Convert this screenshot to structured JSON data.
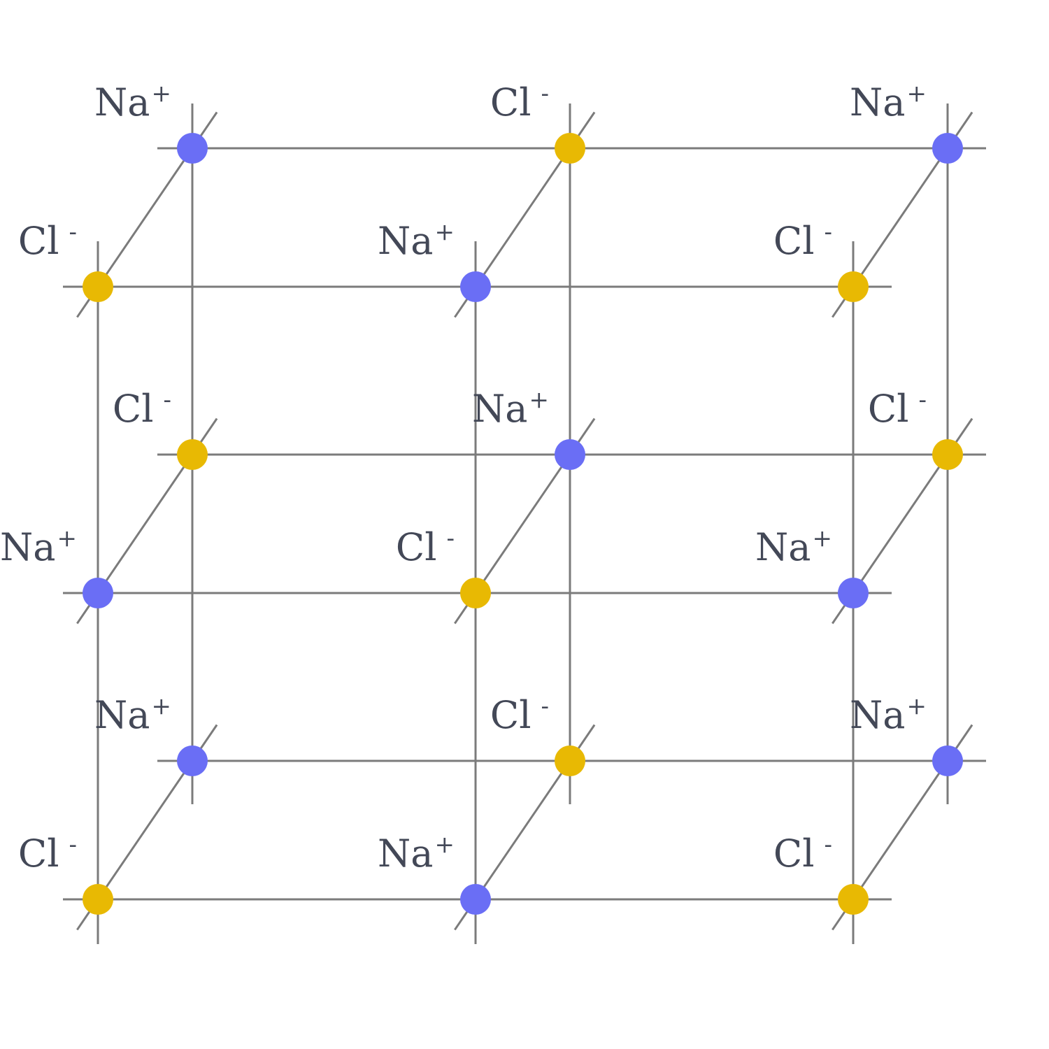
{
  "colors": {
    "line": "#7b7b7b",
    "text": "#434857",
    "sodium": "#6a6ef5",
    "chloride": "#e8b903",
    "background": "#ffffff"
  },
  "ion_types": {
    "na": {
      "symbol": "Na",
      "charge": "+",
      "color": "#6a6ef5"
    },
    "cl": {
      "symbol": "Cl",
      "charge": "-",
      "color": "#e8b903"
    }
  },
  "lattice": {
    "layers": [
      {
        "back": [
          "na",
          "cl",
          "na"
        ],
        "front": [
          "cl",
          "na",
          "cl"
        ]
      },
      {
        "back": [
          "cl",
          "na",
          "cl"
        ],
        "front": [
          "na",
          "cl",
          "na"
        ]
      },
      {
        "back": [
          "na",
          "cl",
          "na"
        ],
        "front": [
          "cl",
          "na",
          "cl"
        ]
      }
    ]
  }
}
